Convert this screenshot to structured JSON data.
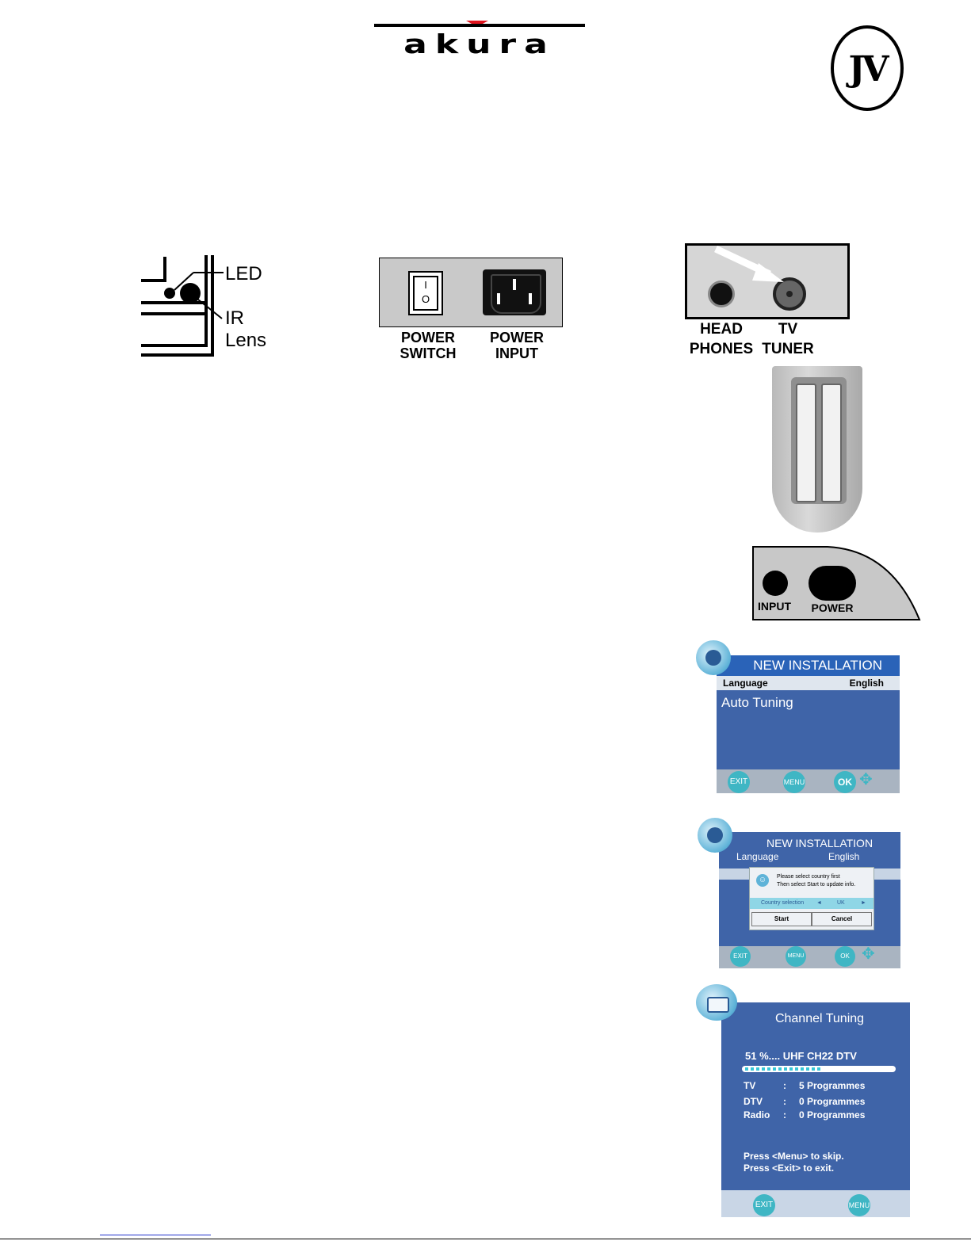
{
  "header": {
    "brand_logo_text": "akura",
    "badge_logo_text": "JV"
  },
  "figures": {
    "led": {
      "led_label": "LED",
      "ir_label_1": "IR",
      "ir_label_2": "Lens"
    },
    "power_panel": {
      "switch_on_symbol": "I",
      "switch_off_symbol": "O",
      "switch_label_1": "POWER",
      "switch_label_2": "SWITCH",
      "input_label_1": "POWER",
      "input_label_2": "INPUT"
    },
    "side_ports": {
      "headphones_label_1": "HEAD",
      "headphones_label_2": "PHONES",
      "tuner_label_1": "TV",
      "tuner_label_2": "TUNER"
    },
    "top_buttons": {
      "input_label": "INPUT",
      "power_label": "POWER"
    }
  },
  "osd1": {
    "title": "NEW INSTALLATION",
    "language_label": "Language",
    "language_value": "English",
    "selected_item": "Auto Tuning",
    "buttons": [
      "EXIT",
      "MENU",
      "OK"
    ]
  },
  "osd2": {
    "title": "NEW INSTALLATION",
    "language_label": "Language",
    "language_value": "English",
    "dialog_line1": "Please select country first",
    "dialog_line2": "Then select Start to update info.",
    "country_label": "Country selection",
    "country_value": "UK",
    "start_label": "Start",
    "cancel_label": "Cancel",
    "buttons": [
      "EXIT",
      "MENU",
      "OK"
    ]
  },
  "osd3": {
    "title": "Channel Tuning",
    "status": "51 %.... UHF CH22 DTV",
    "progress": 0.51,
    "rows": [
      {
        "label": "TV",
        "sep": ":",
        "value": "5 Programmes"
      },
      {
        "label": "DTV",
        "sep": ":",
        "value": "0 Programmes"
      },
      {
        "label": "Radio",
        "sep": ":",
        "value": "0 Programmes"
      }
    ],
    "hint1": "Press <Menu> to skip.",
    "hint2": "Press <Exit> to exit.",
    "buttons": [
      "EXIT",
      "MENU"
    ]
  },
  "colors": {
    "osd_blue": "#3f64a8",
    "osd_header": "#2a63b8",
    "button_teal": "#3fb6c4",
    "logo_red": "#e0141e"
  }
}
